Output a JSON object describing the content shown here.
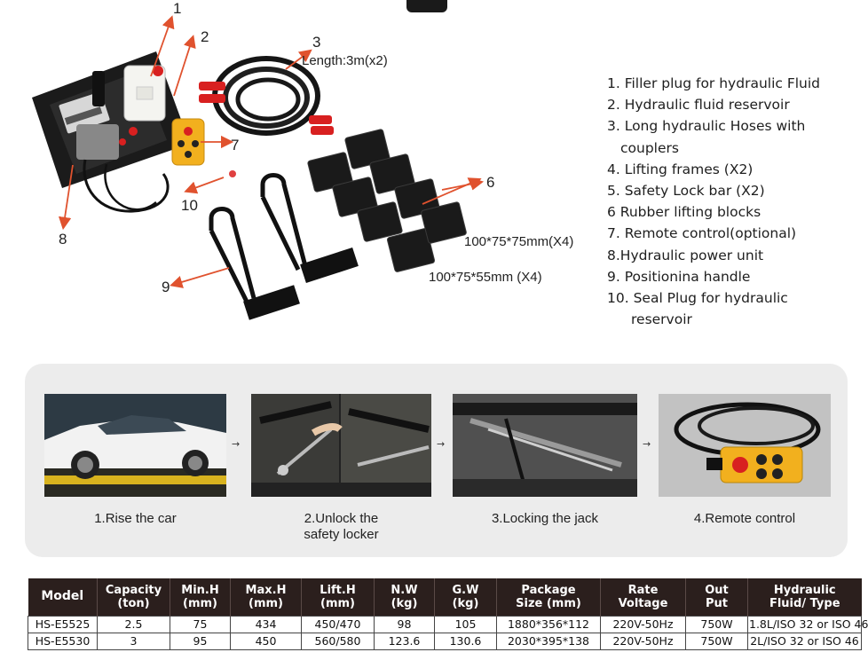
{
  "callouts": {
    "c1": "1",
    "c2": "2",
    "c3": "3",
    "c6": "6",
    "c7": "7",
    "c8": "8",
    "c9": "9",
    "c10": "10",
    "hose_length": "Length:3m(x2)"
  },
  "block_dims": {
    "large": "100*75*75mm(X4)",
    "small": "100*75*55mm (X4)"
  },
  "parts_list": [
    "1. Filler plug for hydraulic Fluid",
    "2. Hydraulic fluid reservoir",
    "3. Long hydraulic Hoses with",
    "couplers",
    "4. Lifting frames (X2)",
    "5. Safety Lock bar (X2)",
    "6 Rubber lifting blocks",
    "7. Remote control(optional)",
    "8.Hydraulic power unit",
    "9. Positionina handle",
    "10. Seal Plug for hydraulic",
    "reservoir"
  ],
  "steps": {
    "step1": "1.Rise the car",
    "step2_line1": "2.Unlock the",
    "step2_line2": "safety locker",
    "step3": "3.Locking the jack",
    "step4": "4.Remote control",
    "arrow": "→"
  },
  "spec_table": {
    "headers": [
      [
        "Model",
        ""
      ],
      [
        "Capacity",
        "(ton)"
      ],
      [
        "Min.H",
        "(mm)"
      ],
      [
        "Max.H",
        "(mm)"
      ],
      [
        "Lift.H",
        "(mm)"
      ],
      [
        "N.W",
        "(kg)"
      ],
      [
        "G.W",
        "(kg)"
      ],
      [
        "Package",
        "Size (mm)"
      ],
      [
        "Rate",
        "Voltage"
      ],
      [
        "Out",
        "Put"
      ],
      [
        "Hydraulic",
        "Fluid/ Type"
      ]
    ],
    "rows": [
      [
        "HS-E5525",
        "2.5",
        "75",
        "434",
        "450/470",
        "98",
        "105",
        "1880*356*112",
        "220V-50Hz",
        "750W",
        "1.8L/ISO 32 or ISO 46"
      ],
      [
        "HS-E5530",
        "3",
        "95",
        "450",
        "560/580",
        "123.6",
        "130.6",
        "2030*395*138",
        "220V-50Hz",
        "750W",
        "2L/ISO 32 or ISO 46"
      ]
    ]
  },
  "colors": {
    "callout_arrow": "#e0522e",
    "table_header": "#2b1f1d",
    "panel_bg": "#ececec",
    "remote_yellow": "#f2b01e"
  }
}
